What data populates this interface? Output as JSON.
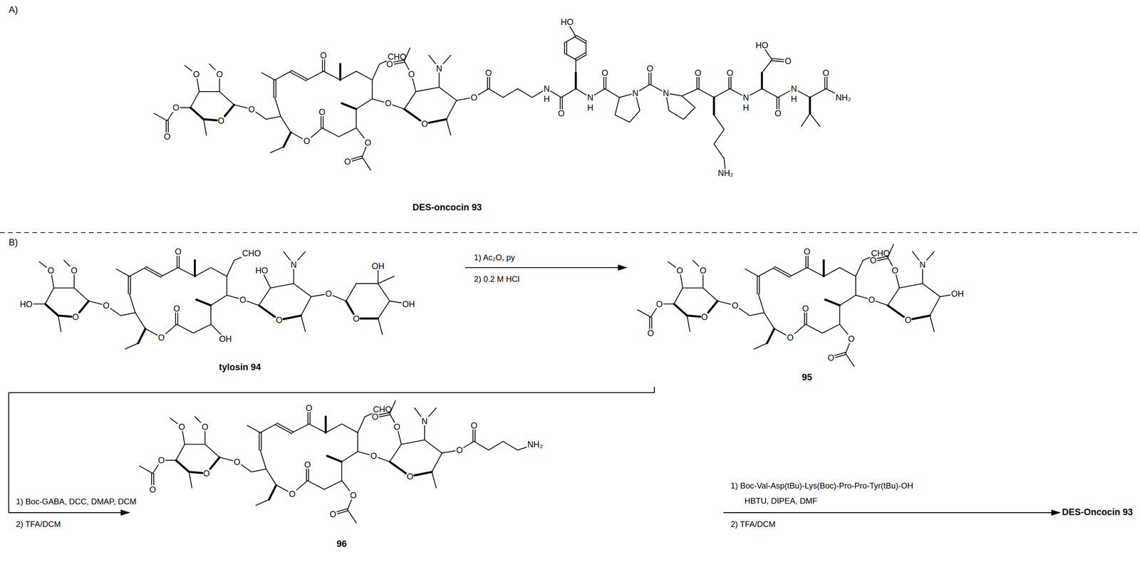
{
  "diagram": {
    "nodes": [
      {
        "text": [
          "DES-oncocin 93"
        ]
      },
      {
        "text": [
          "tylosin 94"
        ]
      },
      {
        "text": [
          "95"
        ]
      },
      {
        "text": [
          "96"
        ]
      },
      {
        "text": [
          "DES-Oncocin 93"
        ]
      }
    ],
    "edges": [
      {
        "from": 1,
        "to": 2,
        "arrow": "to"
      },
      {
        "from": 2,
        "to": 3,
        "arrow": "to"
      },
      {
        "from": 3,
        "to": 4,
        "arrow": "to"
      }
    ],
    "labels": [
      "A)",
      "O",
      "O",
      "O",
      "O",
      "O",
      "O",
      "O",
      "O",
      "O",
      "O",
      "O",
      "CHO",
      "O",
      "O",
      "O",
      "O",
      "N",
      "O",
      "O",
      "N",
      "H",
      "O",
      "HO",
      "N",
      "H",
      "O",
      "N",
      "O",
      "N",
      "O",
      "NH₂",
      "O",
      "N",
      "H",
      "HO",
      "O",
      "O",
      "N",
      "H",
      "O",
      "NH₂",
      "B)",
      "HO",
      "O",
      "O",
      "O",
      "O",
      "O",
      "O",
      "OH",
      "O",
      "CHO",
      "O",
      "O",
      "HO",
      "N",
      "O",
      "O",
      "OH",
      "OH",
      "1) Ac₂O, py",
      "2) 0.2 M HCl",
      "O",
      "O",
      "O",
      "O",
      "O",
      "O",
      "O",
      "O",
      "O",
      "O",
      "O",
      "CHO",
      "O",
      "O",
      "O",
      "O",
      "N",
      "OH",
      "1) Boc-GABA, DCC, DMAP, DCM",
      "2) TFA/DCM",
      "O",
      "O",
      "O",
      "O",
      "O",
      "O",
      "O",
      "O",
      "O",
      "O",
      "O",
      "CHO",
      "O",
      "O",
      "O",
      "O",
      "N",
      "O",
      "O",
      "NH₂",
      "1) Boc-Val-Asp(tBu)-Lys(Boc)-Pro-Pro-Tyr(tBu)-OH",
      "HBTU, DIPEA, DMF",
      "2) TFA/DCM"
    ]
  }
}
